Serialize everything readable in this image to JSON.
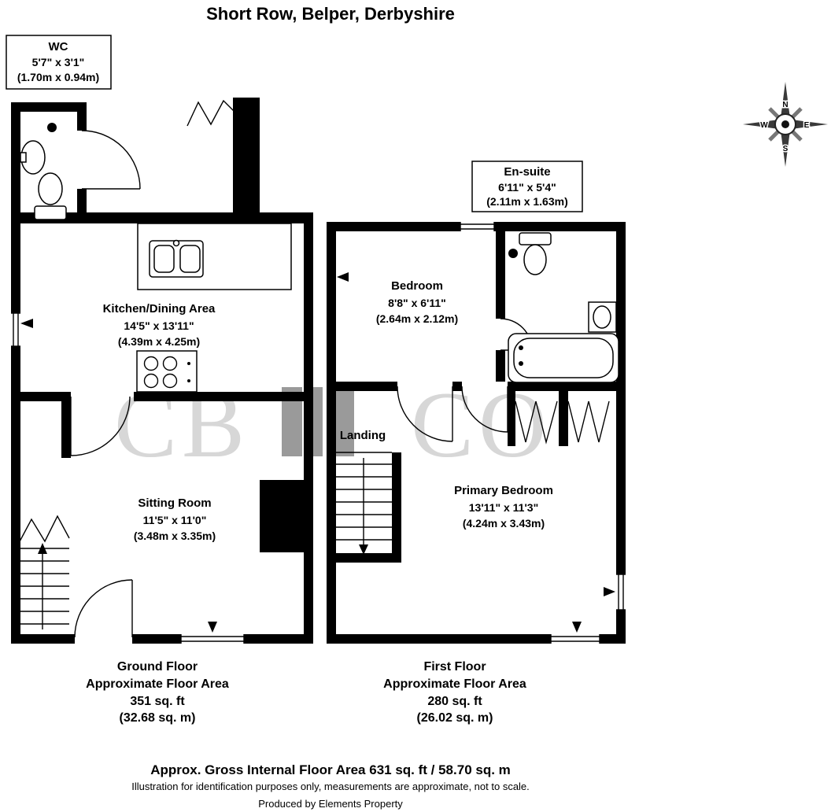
{
  "title": "Short Row, Belper, Derbyshire",
  "watermark": {
    "left": "CB",
    "right": "CO"
  },
  "compass": {
    "n": "N",
    "e": "E",
    "s": "S",
    "w": "W"
  },
  "rooms": {
    "wc": {
      "name": "WC",
      "imperial": "5'7\" x 3'1\"",
      "metric": "(1.70m x 0.94m)"
    },
    "ensuite": {
      "name": "En-suite",
      "imperial": "6'11\" x 5'4\"",
      "metric": "(2.11m x 1.63m)"
    },
    "kitchen": {
      "name": "Kitchen/Dining Area",
      "imperial": "14'5\" x 13'11\"",
      "metric": "(4.39m x 4.25m)"
    },
    "sitting": {
      "name": "Sitting Room",
      "imperial": "11'5\" x 11'0\"",
      "metric": "(3.48m x 3.35m)"
    },
    "bedroom": {
      "name": "Bedroom",
      "imperial": "8'8\" x 6'11\"",
      "metric": "(2.64m x 2.12m)"
    },
    "primary": {
      "name": "Primary Bedroom",
      "imperial": "13'11\" x 11'3\"",
      "metric": "(4.24m x 3.43m)"
    },
    "landing": {
      "name": "Landing"
    }
  },
  "floors": {
    "ground": {
      "name": "Ground Floor",
      "label": "Approximate Floor Area",
      "area_ft": "351 sq. ft",
      "area_m": "(32.68 sq. m)"
    },
    "first": {
      "name": "First Floor",
      "label": "Approximate Floor Area",
      "area_ft": "280 sq. ft",
      "area_m": "(26.02 sq. m)"
    }
  },
  "footer": {
    "gross_area": "Approx. Gross Internal Floor Area 631 sq. ft / 58.70 sq. m",
    "disclaimer": "Illustration for identification purposes only, measurements are approximate, not to scale.",
    "producer": "Produced by Elements Property"
  }
}
